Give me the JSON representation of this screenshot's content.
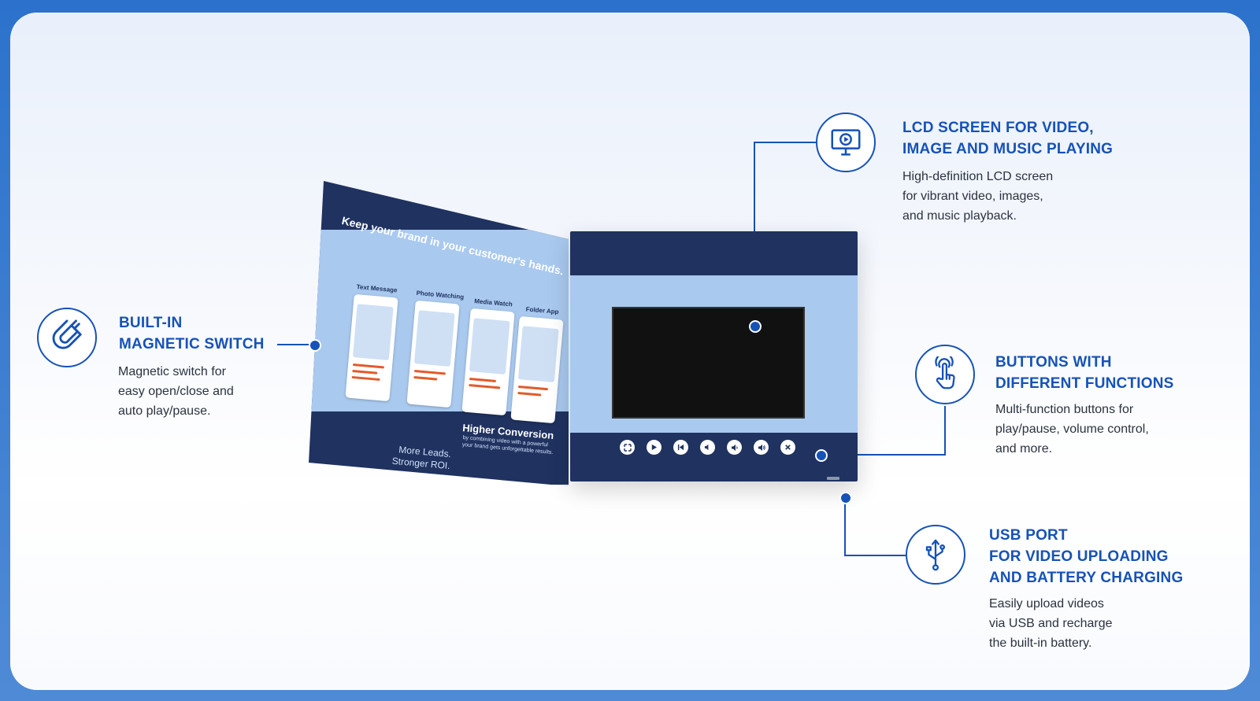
{
  "features": {
    "magnetic": {
      "icon": "magnet-icon",
      "title": "BUILT-IN\nMAGNETIC SWITCH",
      "desc": "Magnetic switch for\neasy open/close and\nauto play/pause."
    },
    "lcd": {
      "icon": "monitor-play-icon",
      "title": "LCD SCREEN FOR VIDEO,\nIMAGE AND MUSIC PLAYING",
      "desc": "High-definition LCD screen\nfor vibrant video, images,\nand music playback."
    },
    "buttons": {
      "icon": "touch-hand-icon",
      "title": "BUTTONS WITH\nDIFFERENT FUNCTIONS",
      "desc": "Multi-function buttons for\nplay/pause, volume control,\nand more."
    },
    "usb": {
      "icon": "usb-icon",
      "title": "USB PORT\nFOR VIDEO UPLOADING\nAND BATTERY CHARGING",
      "desc": "Easily upload videos\nvia USB and recharge\nthe built-in battery."
    }
  },
  "brochure": {
    "heading": "Keep your brand in your customer's hands.",
    "phones": [
      "Text Message",
      "Photo Watching",
      "Media Watch",
      "Folder App"
    ],
    "more_leads": "More Leads.\nStronger ROI.",
    "higher_conversion": "Higher Conversion",
    "conversion_note": "by combining video with a powerful your brand gets unforgettable results."
  },
  "device_buttons": [
    "expand-icon",
    "play-icon",
    "prev-icon",
    "volume-down-icon",
    "volume-icon",
    "volume-up-icon",
    "close-icon"
  ],
  "colors": {
    "accent": "#1652b8",
    "device_navy": "#1f3260",
    "device_light": "#a9c9ef"
  }
}
